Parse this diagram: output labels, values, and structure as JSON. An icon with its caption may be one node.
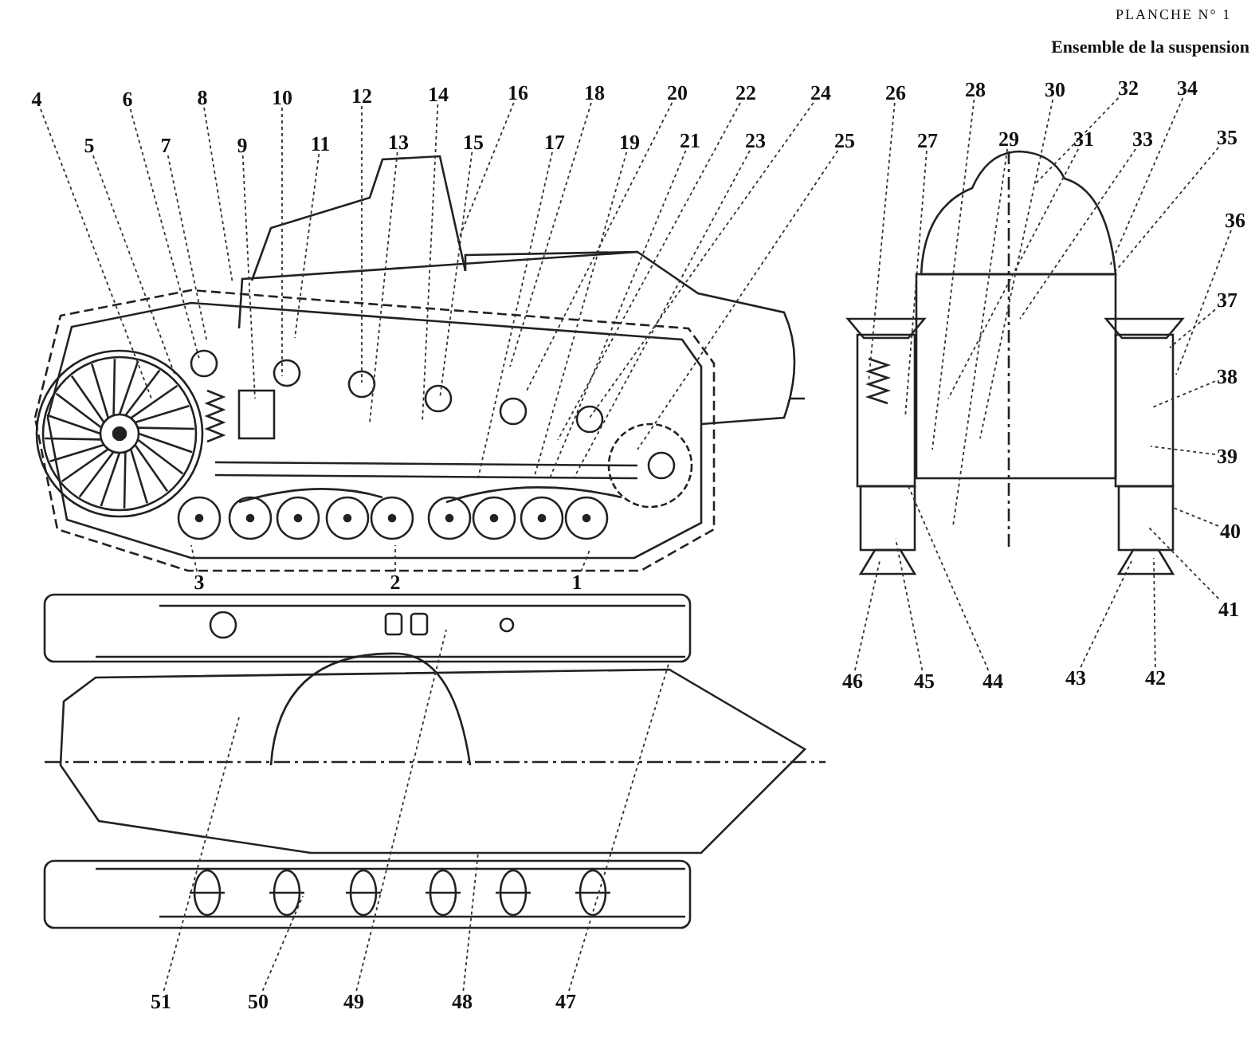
{
  "diagram": {
    "title": "Ensemble de la suspension",
    "nodes": [
      {
        "text": [
          "1"
        ]
      },
      {
        "text": [
          "2"
        ]
      },
      {
        "text": [
          "3"
        ]
      },
      {
        "text": [
          "4"
        ]
      },
      {
        "text": [
          "5"
        ]
      },
      {
        "text": [
          "6"
        ]
      },
      {
        "text": [
          "7"
        ]
      },
      {
        "text": [
          "8"
        ]
      },
      {
        "text": [
          "9"
        ]
      },
      {
        "text": [
          "10"
        ]
      },
      {
        "text": [
          "11"
        ]
      },
      {
        "text": [
          "12"
        ]
      },
      {
        "text": [
          "13"
        ]
      },
      {
        "text": [
          "14"
        ]
      },
      {
        "text": [
          "15"
        ]
      },
      {
        "text": [
          "16"
        ]
      },
      {
        "text": [
          "17"
        ]
      },
      {
        "text": [
          "18"
        ]
      },
      {
        "text": [
          "19"
        ]
      },
      {
        "text": [
          "20"
        ]
      },
      {
        "text": [
          "21"
        ]
      },
      {
        "text": [
          "22"
        ]
      },
      {
        "text": [
          "23"
        ]
      },
      {
        "text": [
          "24"
        ]
      },
      {
        "text": [
          "25"
        ]
      },
      {
        "text": [
          "26"
        ]
      },
      {
        "text": [
          "27"
        ]
      },
      {
        "text": [
          "28"
        ]
      },
      {
        "text": [
          "29"
        ]
      },
      {
        "text": [
          "30"
        ]
      },
      {
        "text": [
          "31"
        ]
      },
      {
        "text": [
          "32"
        ]
      },
      {
        "text": [
          "33"
        ]
      },
      {
        "text": [
          "34"
        ]
      },
      {
        "text": [
          "35"
        ]
      },
      {
        "text": [
          "36"
        ]
      },
      {
        "text": [
          "37"
        ]
      },
      {
        "text": [
          "38"
        ]
      },
      {
        "text": [
          "39"
        ]
      },
      {
        "text": [
          "40"
        ]
      },
      {
        "text": [
          "41"
        ]
      },
      {
        "text": [
          "42"
        ]
      },
      {
        "text": [
          "43"
        ]
      },
      {
        "text": [
          "44"
        ]
      },
      {
        "text": [
          "45"
        ]
      },
      {
        "text": [
          "46"
        ]
      },
      {
        "text": [
          "47"
        ]
      },
      {
        "text": [
          "48"
        ]
      },
      {
        "text": [
          "49"
        ]
      },
      {
        "text": [
          "50"
        ]
      },
      {
        "text": [
          "51"
        ]
      }
    ],
    "edges": [
      {
        "from": 0,
        "to": null,
        "arrow": "none"
      },
      {
        "from": 1,
        "to": null,
        "arrow": "none"
      },
      {
        "from": 2,
        "to": null,
        "arrow": "none"
      },
      {
        "from": 3,
        "to": null,
        "arrow": "none"
      },
      {
        "from": 4,
        "to": null,
        "arrow": "none"
      },
      {
        "from": 5,
        "to": null,
        "arrow": "none"
      },
      {
        "from": 6,
        "to": null,
        "arrow": "none"
      },
      {
        "from": 7,
        "to": null,
        "arrow": "none"
      },
      {
        "from": 8,
        "to": null,
        "arrow": "none"
      },
      {
        "from": 9,
        "to": null,
        "arrow": "none"
      },
      {
        "from": 10,
        "to": null,
        "arrow": "none"
      },
      {
        "from": 11,
        "to": null,
        "arrow": "none"
      },
      {
        "from": 12,
        "to": null,
        "arrow": "none"
      },
      {
        "from": 13,
        "to": null,
        "arrow": "none"
      },
      {
        "from": 14,
        "to": null,
        "arrow": "none"
      },
      {
        "from": 15,
        "to": null,
        "arrow": "none"
      },
      {
        "from": 16,
        "to": null,
        "arrow": "none"
      },
      {
        "from": 17,
        "to": null,
        "arrow": "none"
      },
      {
        "from": 18,
        "to": null,
        "arrow": "none"
      },
      {
        "from": 19,
        "to": null,
        "arrow": "none"
      },
      {
        "from": 20,
        "to": null,
        "arrow": "none"
      },
      {
        "from": 21,
        "to": null,
        "arrow": "none"
      },
      {
        "from": 22,
        "to": null,
        "arrow": "none"
      },
      {
        "from": 23,
        "to": null,
        "arrow": "none"
      },
      {
        "from": 24,
        "to": null,
        "arrow": "none"
      },
      {
        "from": 25,
        "to": null,
        "arrow": "none"
      },
      {
        "from": 26,
        "to": null,
        "arrow": "none"
      },
      {
        "from": 27,
        "to": null,
        "arrow": "none"
      },
      {
        "from": 28,
        "to": null,
        "arrow": "none"
      },
      {
        "from": 29,
        "to": null,
        "arrow": "none"
      },
      {
        "from": 30,
        "to": null,
        "arrow": "none"
      },
      {
        "from": 31,
        "to": null,
        "arrow": "none"
      },
      {
        "from": 32,
        "to": null,
        "arrow": "none"
      },
      {
        "from": 33,
        "to": null,
        "arrow": "none"
      },
      {
        "from": 34,
        "to": null,
        "arrow": "none"
      },
      {
        "from": 35,
        "to": null,
        "arrow": "none"
      },
      {
        "from": 36,
        "to": null,
        "arrow": "none"
      },
      {
        "from": 37,
        "to": null,
        "arrow": "none"
      },
      {
        "from": 38,
        "to": null,
        "arrow": "none"
      },
      {
        "from": 39,
        "to": null,
        "arrow": "none"
      },
      {
        "from": 40,
        "to": null,
        "arrow": "none"
      },
      {
        "from": 41,
        "to": null,
        "arrow": "none"
      },
      {
        "from": 42,
        "to": null,
        "arrow": "none"
      },
      {
        "from": 43,
        "to": null,
        "arrow": "none"
      },
      {
        "from": 44,
        "to": null,
        "arrow": "none"
      },
      {
        "from": 45,
        "to": null,
        "arrow": "none"
      },
      {
        "from": 46,
        "to": null,
        "arrow": "none"
      },
      {
        "from": 47,
        "to": null,
        "arrow": "none"
      },
      {
        "from": 48,
        "to": null,
        "arrow": "none"
      },
      {
        "from": 49,
        "to": null,
        "arrow": "none"
      },
      {
        "from": 50,
        "to": null,
        "arrow": "none"
      }
    ],
    "labels": [
      "PLANCHE N° 1"
    ]
  }
}
